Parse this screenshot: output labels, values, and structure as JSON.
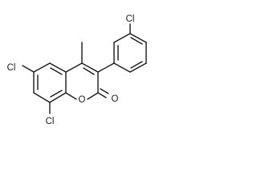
{
  "molecule": {
    "atoms": {
      "cl_6": "Cl",
      "cl_8": "Cl",
      "cl_aryl": "Cl",
      "methyl": "",
      "ring_oxygen": "O",
      "carbonyl_oxygen": "O"
    }
  },
  "colors": {
    "bond": "#1a1a1a",
    "label": "#1a1a1a",
    "background": "#ffffff"
  }
}
